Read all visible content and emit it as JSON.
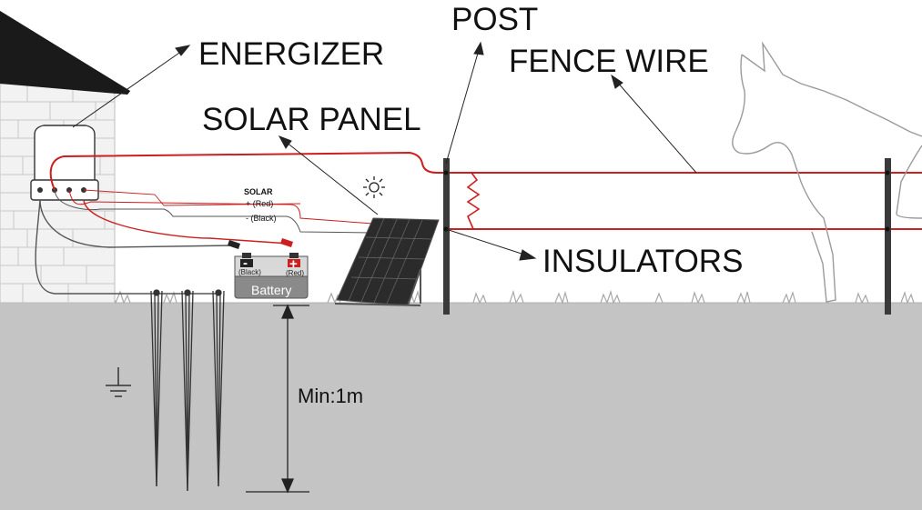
{
  "labels": {
    "energizer": "ENERGIZER",
    "post": "POST",
    "fence_wire": "FENCE WIRE",
    "solar_panel": "SOLAR PANEL",
    "insulators": "INSULATORS",
    "min_depth": "Min:1m"
  },
  "solar_connection": {
    "title": "SOLAR",
    "positive": "+ (Red)",
    "negative": "- (Black)"
  },
  "battery": {
    "label": "Battery",
    "negative_sign": "-",
    "positive_sign": "+",
    "negative_label": "(Black)",
    "positive_label": "(Red)"
  },
  "icons": {
    "sun": "sun-icon",
    "ground": "ground-symbol-icon"
  },
  "colors": {
    "wire_red": "#cc1f1f",
    "ground": "#c4c4c4",
    "post": "#3a3a3a",
    "battery": "#8a8a8a"
  }
}
